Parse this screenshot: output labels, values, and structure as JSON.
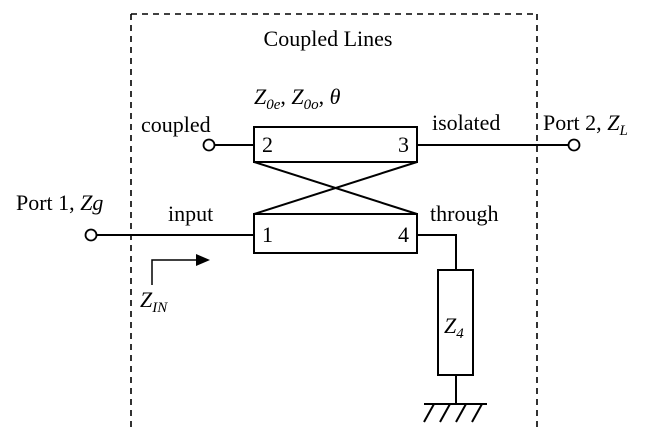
{
  "title": "Coupled Lines",
  "line_params": {
    "z0e": "Z",
    "z0e_sub": "0e",
    "sep1": ", ",
    "z0o": "Z",
    "z0o_sub": "0o",
    "sep2": ", ",
    "theta": "θ"
  },
  "port_labels": {
    "coupled": "coupled",
    "isolated": "isolated",
    "input": "input",
    "through": "through"
  },
  "pin_numbers": {
    "p1": "1",
    "p2": "2",
    "p3": "3",
    "p4": "4"
  },
  "port1": {
    "text": "Port 1, ",
    "z": "Zg"
  },
  "port2": {
    "text": "Port 2, ",
    "z": "Z",
    "z_sub": "L"
  },
  "zin": {
    "z": "Z",
    "sub": "IN"
  },
  "z4": {
    "z": "Z",
    "sub": "4"
  }
}
